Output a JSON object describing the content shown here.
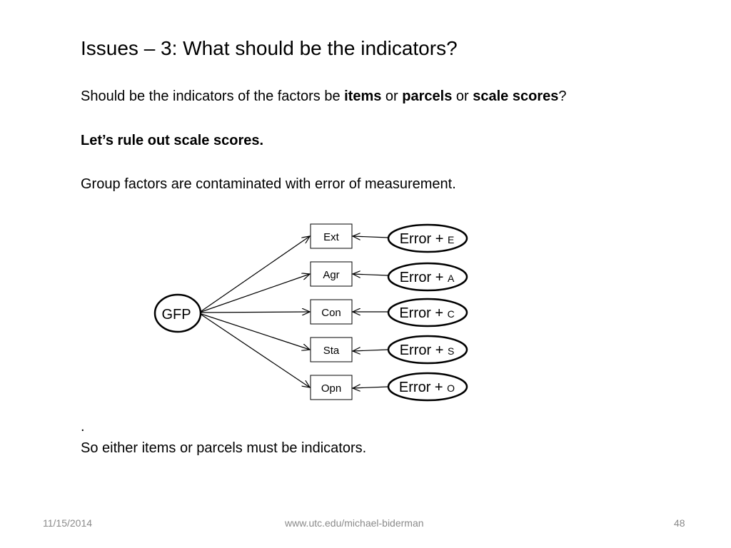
{
  "slide": {
    "title": "Issues – 3:  What should be the indicators?",
    "question": {
      "prefix": "Should be the indicators of the factors be ",
      "term1": "items",
      "or1": " or ",
      "term2": "parcels",
      "or2": " or ",
      "term3": "scale scores",
      "suffix": "?"
    },
    "rule_out": "Let’s rule out scale scores.",
    "statement": "Group factors are contaminated with error of measurement.",
    "dot": ".",
    "conclusion": "So either items or parcels must be indicators."
  },
  "diagram": {
    "factor": "GFP",
    "indicators": [
      "Ext",
      "Agr",
      "Con",
      "Sta",
      "Opn"
    ],
    "errors": [
      {
        "label": "Error + ",
        "sub": "E"
      },
      {
        "label": "Error + ",
        "sub": "A"
      },
      {
        "label": "Error + ",
        "sub": "C"
      },
      {
        "label": "Error + ",
        "sub": "S"
      },
      {
        "label": "Error + ",
        "sub": "O"
      }
    ]
  },
  "footer": {
    "date": "11/15/2014",
    "url": "www.utc.edu/michael-biderman",
    "page": "48"
  }
}
